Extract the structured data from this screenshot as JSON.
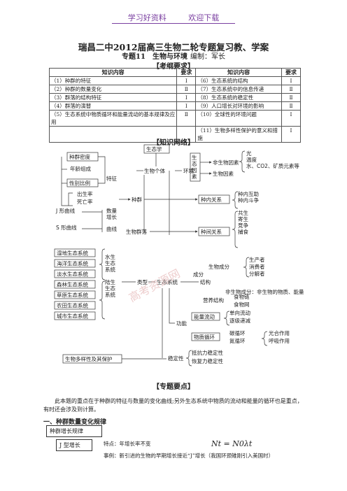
{
  "header": {
    "left": "学习好资料",
    "right": "欢迎下载"
  },
  "title": "瑞昌二中2012届高三生物二轮专题复习教、学案",
  "subtitle": "专题11　生物与环境",
  "editor": "编制：军长",
  "section_requirements": "【考纲要求】",
  "req_headers": [
    "知识内容",
    "要求",
    "知识内容",
    "要求"
  ],
  "req_rows": [
    [
      "（1）种群的特征",
      "Ⅰ",
      "（6）生态系统的结构",
      "Ⅰ"
    ],
    [
      "（2）种群的数量变化",
      "Ⅱ",
      "（7）生态系统中的信息传递",
      "Ⅱ"
    ],
    [
      "（3）群落的结构特征",
      "Ⅰ",
      "（8）生态系统的稳定性",
      "Ⅱ"
    ],
    [
      "（4）群落的演替",
      "Ⅰ",
      "（9）人口增长对环境的影响",
      "Ⅱ"
    ],
    [
      "（5）生态系统中物质循环和能量流动的基本规律及应用",
      "Ⅱ",
      "（10）全球性的环境问题",
      "Ⅰ"
    ],
    [
      "",
      "",
      "（11）生物多样性保护的意义和措施",
      "Ⅰ"
    ]
  ],
  "section_network": "【知识网络】",
  "diagram": {
    "ecology": "生态学",
    "population_density": "种群密度",
    "age_structure": "年龄组成",
    "sex_ratio": "性别比例",
    "birth_rate": "出生率",
    "death_rate": "死亡率",
    "feature": "特征",
    "j_curve": "J 形曲线",
    "s_curve": "S 形曲线",
    "quantity_growth": "数量\n增长",
    "curve": "曲线",
    "individual": "生物个体",
    "environment": "环境",
    "eco_factors": "生态因素",
    "abiotic": "非生物因素",
    "biotic": "生物因素",
    "abiotic_items": "光\n温度\n水、CO2、矿质元素等",
    "population": "种群",
    "intra": "种内关系",
    "intra_items": "种内互助\n种内斗争",
    "community": "生物群落",
    "inter": "种间关系",
    "inter_items": "共生\n寄生\n竞争\n捕食",
    "ecosystems": [
      "湿地生态系统",
      "海洋生态系统",
      "淡水生态系统",
      "森林生态系统",
      "草原生态系统",
      "农田生态系统",
      "城市生态系统"
    ],
    "aquatic": "水生\n生态\n系统",
    "terrestrial": "陆生\n生态\n系统",
    "type": "类型",
    "ecosystem": "生态系统",
    "structure": "结构",
    "composition": "成分",
    "bio_components": "生物成分",
    "producer": "生产者",
    "consumer": "消费者",
    "decomposer": "分解者",
    "nonbio_components": "非生物成分：非生物的物质、能量",
    "trophic": "营养结构",
    "food_chain": "食物链",
    "food_web": "食物网",
    "function": "功能",
    "energy_flow": "能量流动",
    "one_way": "单向流动",
    "decreasing": "逐级递减",
    "material_cycle": "物质循环",
    "cycle_item1": "碳循环",
    "cycle_item2": "氮循环",
    "photosynthesis": "光合作用",
    "respiration": "呼吸作用",
    "biodiversity": "生物多样性及其保护",
    "stability": "稳定性",
    "resistance": "抵抗力稳定性",
    "resilience": "恢复力稳定性"
  },
  "section_points": "【专题要点】",
  "paragraph": "此本题的重点在于种群的特征与数量的变化曲线;另外生态系统中物质的流动和能量的循环也是重点，有时还会涉及到计算。",
  "heading_one": "一、种群数量变化规律",
  "growth_law": "种群增长规律",
  "j_type": "J 型增长",
  "feature_text": "特点：年增长率不变",
  "formula": "Nt = N0λt",
  "example_text": "事例：新引进的生物的早期增长接近“J”增长（我国环颈雉刚引入美国时）",
  "watermark": "高考资源网"
}
